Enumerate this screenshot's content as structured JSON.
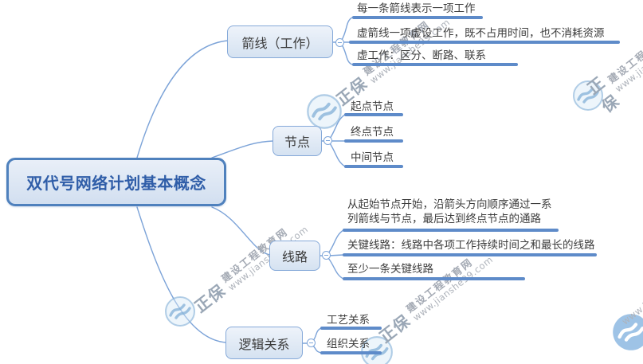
{
  "diagram": {
    "type": "mindmap",
    "root": {
      "label": "双代号网络计划基本概念"
    },
    "branches": [
      {
        "label": "箭线（工作）",
        "children": [
          "每一条箭线表示一项工作",
          "虚箭线一项虚设工作，既不占用时间，也不消耗资源",
          "虚工作：区分、断路、联系"
        ]
      },
      {
        "label": "节点",
        "children": [
          "起点节点",
          "终点节点",
          "中间节点"
        ]
      },
      {
        "label": "线路",
        "children": [
          "从起始节点开始，沿箭头方向顺序通过一系列箭线与节点，最后达到终点节点的通路",
          "关键线路：线路中各项工作持续时间之和最长的线路",
          "至少一条关键线路"
        ]
      },
      {
        "label": "逻辑关系",
        "children": [
          "工艺关系",
          "组织关系"
        ]
      }
    ],
    "toggle_glyph": "-"
  },
  "watermark": {
    "brand": "正保",
    "site_name": "建设工程教育网",
    "url": "www.jianshe99.com"
  },
  "colors": {
    "root_border": "#4f81bd",
    "root_text": "#2f5da8",
    "node_border": "#85a9d9",
    "node_fill": "#d5e2f1",
    "underline": "#5e8bc9",
    "curve": "#7ca3d8",
    "child_text": "#3d3d3d",
    "watermark_blue": "#9fc4e4",
    "watermark_gray": "#a8adb6"
  }
}
